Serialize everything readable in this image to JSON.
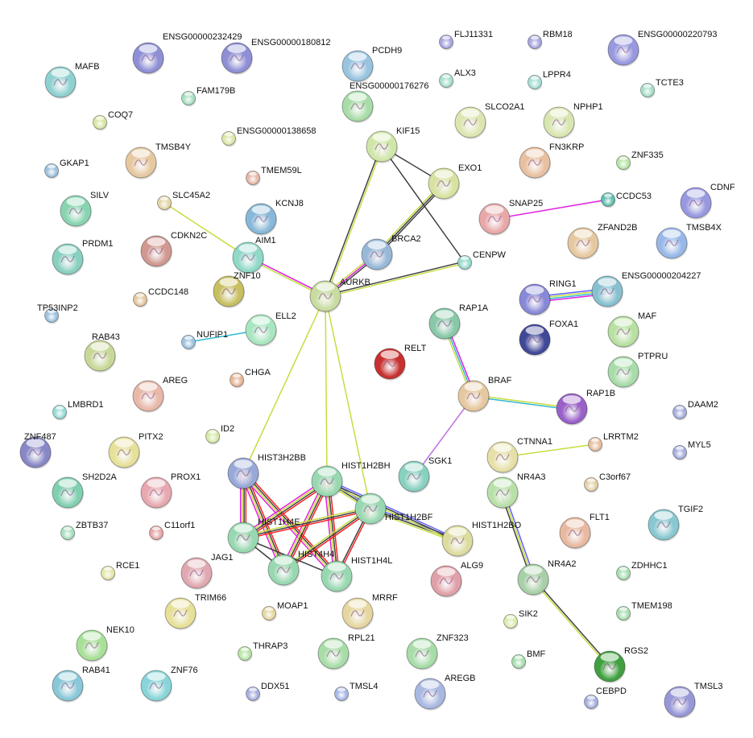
{
  "nodes": [
    {
      "label": "MAFB",
      "color": "#8fd0d0"
    },
    {
      "label": "ENSG00000232429",
      "color": "#8f8fd6"
    },
    {
      "label": "ENSG00000180812",
      "color": "#8f8fd6"
    },
    {
      "label": "FAM179B",
      "color": "#a8e0c0"
    },
    {
      "label": "COQ7",
      "color": "#d8e6a0"
    },
    {
      "label": "ENSG00000138658",
      "color": "#dde6a8"
    },
    {
      "label": "TMSB4Y",
      "color": "#e6c8a0"
    },
    {
      "label": "GKAP1",
      "color": "#9fc4e0"
    },
    {
      "label": "TMEM59L",
      "color": "#e8b8a8"
    },
    {
      "label": "SILV",
      "color": "#88d4b0"
    },
    {
      "label": "SLC45A2",
      "color": "#e6d6a8"
    },
    {
      "label": "KCNJ8",
      "color": "#88b8d8"
    },
    {
      "label": "AIM1",
      "color": "#90d8c8"
    },
    {
      "label": "PRDM1",
      "color": "#88d0c0"
    },
    {
      "label": "CDKN2C",
      "color": "#d09890"
    },
    {
      "label": "ZNF10",
      "color": "#c8c060"
    },
    {
      "label": "CCDC148",
      "color": "#e6c8a0"
    },
    {
      "label": "TP53INP2",
      "color": "#9fc4e0"
    },
    {
      "label": "AURKB",
      "color": "#c8dca0"
    },
    {
      "label": "ELL2",
      "color": "#a8e6c0"
    },
    {
      "label": "NUFIP1",
      "color": "#9fc4e0"
    },
    {
      "label": "RAB43",
      "color": "#c8d898"
    },
    {
      "label": "CHGA",
      "color": "#e8b898"
    },
    {
      "label": "AREG",
      "color": "#e8b8a8"
    },
    {
      "label": "LMBRD1",
      "color": "#98dcd8"
    },
    {
      "label": "ZNF487",
      "color": "#8888c8"
    },
    {
      "label": "PITX2",
      "color": "#e6e098"
    },
    {
      "label": "ID2",
      "color": "#d8eaa8"
    },
    {
      "label": "SH2D2A",
      "color": "#80d0b0"
    },
    {
      "label": "PROX1",
      "color": "#e8a8b0"
    },
    {
      "label": "ZBTB37",
      "color": "#a8e0c0"
    },
    {
      "label": "C11orf1",
      "color": "#e8a8a8"
    },
    {
      "label": "RCE1",
      "color": "#e6e8a8"
    },
    {
      "label": "JAG1",
      "color": "#e0a8b0"
    },
    {
      "label": "TRIM66",
      "color": "#e6e098"
    },
    {
      "label": "MOAP1",
      "color": "#e6d8a0"
    },
    {
      "label": "NEK10",
      "color": "#a8e098"
    },
    {
      "label": "THRAP3",
      "color": "#b8e6a8"
    },
    {
      "label": "RAB41",
      "color": "#88c8d8"
    },
    {
      "label": "ZNF76",
      "color": "#88d4d8"
    },
    {
      "label": "DDX51",
      "color": "#a8b0e0"
    },
    {
      "label": "TMSL4",
      "color": "#a8b8e8"
    },
    {
      "label": "PCDH9",
      "color": "#98c4e0"
    },
    {
      "label": "ENSG00000176276",
      "color": "#a8dca8"
    },
    {
      "label": "FLJ11331",
      "color": "#a8a8e0"
    },
    {
      "label": "ALX3",
      "color": "#a8e0d0"
    },
    {
      "label": "RBM18",
      "color": "#a8a8e0"
    },
    {
      "label": "LPPR4",
      "color": "#a8e0d8"
    },
    {
      "label": "ENSG00000220793",
      "color": "#9898e0"
    },
    {
      "label": "TCTE3",
      "color": "#a8e0c8"
    },
    {
      "label": "KIF15",
      "color": "#d0e6a8"
    },
    {
      "label": "SLCO2A1",
      "color": "#dce6b0"
    },
    {
      "label": "NPHP1",
      "color": "#d8e6b0"
    },
    {
      "label": "EXO1",
      "color": "#d8e2a0"
    },
    {
      "label": "FN3KRP",
      "color": "#e8c0a0"
    },
    {
      "label": "ZNF335",
      "color": "#b8e6a8"
    },
    {
      "label": "BRCA2",
      "color": "#98b8d8"
    },
    {
      "label": "CENPW",
      "color": "#98dcd0"
    },
    {
      "label": "SNAP25",
      "color": "#e8a8a8"
    },
    {
      "label": "CCDC53",
      "color": "#60c0b0"
    },
    {
      "label": "ZFAND2B",
      "color": "#e6c8a0"
    },
    {
      "label": "CDNF",
      "color": "#9898e0"
    },
    {
      "label": "TMSB4X",
      "color": "#98b8e8"
    },
    {
      "label": "RING1",
      "color": "#8888d8"
    },
    {
      "label": "ENSG00000204227",
      "color": "#88c0d0"
    },
    {
      "label": "RAP1A",
      "color": "#88c8a8"
    },
    {
      "label": "FOXA1",
      "color": "#404898"
    },
    {
      "label": "MAF",
      "color": "#b8e0a0"
    },
    {
      "label": "RELT",
      "color": "#c83030"
    },
    {
      "label": "PTPRU",
      "color": "#a8dca8"
    },
    {
      "label": "BRAF",
      "color": "#e6c8a0"
    },
    {
      "label": "RAP1B",
      "color": "#9860c8"
    },
    {
      "label": "DAAM2",
      "color": "#a8b0e0"
    },
    {
      "label": "SGK1",
      "color": "#88d0c0"
    },
    {
      "label": "CTNNA1",
      "color": "#e6e0a8"
    },
    {
      "label": "LRRTM2",
      "color": "#e8c0a0"
    },
    {
      "label": "MYL5",
      "color": "#a8b0e0"
    },
    {
      "label": "NR4A3",
      "color": "#b8e0a8"
    },
    {
      "label": "C3orf67",
      "color": "#e6d0a8"
    },
    {
      "label": "TGIF2",
      "color": "#88c8d0"
    },
    {
      "label": "HIST1H2BO",
      "color": "#dcdca0"
    },
    {
      "label": "FLT1",
      "color": "#e8b8a0"
    },
    {
      "label": "ALG9",
      "color": "#e0a0a8"
    },
    {
      "label": "ZDHHC1",
      "color": "#a8e0b0"
    },
    {
      "label": "NR4A2",
      "color": "#a8d0a8"
    },
    {
      "label": "MRRF",
      "color": "#e6d6a0"
    },
    {
      "label": "SIK2",
      "color": "#dcecb0"
    },
    {
      "label": "TMEM198",
      "color": "#a8e0b0"
    },
    {
      "label": "RPL21",
      "color": "#a8dca8"
    },
    {
      "label": "ZNF323",
      "color": "#a8dca8"
    },
    {
      "label": "BMF",
      "color": "#a8e0b0"
    },
    {
      "label": "RGS2",
      "color": "#40a040"
    },
    {
      "label": "AREGB",
      "color": "#a8b8e0"
    },
    {
      "label": "CEBPD",
      "color": "#a8b0e0"
    },
    {
      "label": "TMSL3",
      "color": "#9898d8"
    },
    {
      "label": "HIST3H2BB",
      "color": "#98a8d8"
    },
    {
      "label": "HIST1H2BH",
      "color": "#98d8b0"
    },
    {
      "label": "HIST1H2BF",
      "color": "#98d8b0"
    },
    {
      "label": "HIST1H4E",
      "color": "#98d8b0"
    },
    {
      "label": "HIST4H4",
      "color": "#98d8b0"
    },
    {
      "label": "HIST1H4L",
      "color": "#98d8b0"
    }
  ],
  "edges": [
    {
      "source": "SLC45A2",
      "target": "AIM1",
      "colors": [
        "#c8dc40"
      ]
    },
    {
      "source": "AIM1",
      "target": "AURKB",
      "colors": [
        "#e020e0",
        "#c8dc40"
      ]
    },
    {
      "source": "AURKB",
      "target": "KIF15",
      "colors": [
        "#404040",
        "#c8dc40"
      ]
    },
    {
      "source": "AURKB",
      "target": "BRCA2",
      "colors": [
        "#c8dc40",
        "#e020e0",
        "#404040"
      ]
    },
    {
      "source": "BRCA2",
      "target": "EXO1",
      "colors": [
        "#c8dc40",
        "#404040",
        "#404040"
      ]
    },
    {
      "source": "AURKB",
      "target": "CENPW",
      "colors": [
        "#404040",
        "#c8dc40"
      ]
    },
    {
      "source": "KIF15",
      "target": "EXO1",
      "colors": [
        "#404040"
      ]
    },
    {
      "source": "KIF15",
      "target": "CENPW",
      "colors": [
        "#404040"
      ]
    },
    {
      "source": "AURKB",
      "target": "HIST3H2BB",
      "colors": [
        "#c8dc40"
      ]
    },
    {
      "source": "AURKB",
      "target": "HIST1H2BH",
      "colors": [
        "#c8dc40"
      ]
    },
    {
      "source": "AURKB",
      "target": "HIST1H2BF",
      "colors": [
        "#c8dc40"
      ]
    },
    {
      "source": "NUFIP1",
      "target": "ELL2",
      "colors": [
        "#30b8d0"
      ]
    },
    {
      "source": "SNAP25",
      "target": "CCDC53",
      "colors": [
        "#e020e0"
      ]
    },
    {
      "source": "RING1",
      "target": "ENSG00000204227",
      "colors": [
        "#6060ff",
        "#c8dc40",
        "#30b8d0",
        "#e020e0"
      ]
    },
    {
      "source": "RAP1A",
      "target": "BRAF",
      "colors": [
        "#e020e0",
        "#30b8d0",
        "#c8dc40"
      ]
    },
    {
      "source": "BRAF",
      "target": "RAP1B",
      "colors": [
        "#c8dc40",
        "#30b8d0"
      ]
    },
    {
      "source": "BRAF",
      "target": "SGK1",
      "colors": [
        "#c070e0"
      ]
    },
    {
      "source": "CTNNA1",
      "target": "LRRTM2",
      "colors": [
        "#c8dc40"
      ]
    },
    {
      "source": "NR4A3",
      "target": "NR4A2",
      "colors": [
        "#6060ff",
        "#c8dc40",
        "#404040"
      ]
    },
    {
      "source": "NR4A2",
      "target": "RGS2",
      "colors": [
        "#404040",
        "#c8dc40"
      ]
    },
    {
      "source": "HIST3H2BB",
      "target": "HIST1H4E",
      "colors": [
        "#ff2020",
        "#404040",
        "#c8dc40",
        "#e020e0"
      ]
    },
    {
      "source": "HIST3H2BB",
      "target": "HIST4H4",
      "colors": [
        "#ff2020",
        "#404040",
        "#c8dc40",
        "#e020e0"
      ]
    },
    {
      "source": "HIST3H2BB",
      "target": "HIST1H4L",
      "colors": [
        "#ff2020",
        "#404040",
        "#c8dc40",
        "#e020e0"
      ]
    },
    {
      "source": "HIST1H2BH",
      "target": "HIST1H4E",
      "colors": [
        "#ff2020",
        "#404040",
        "#c8dc40",
        "#e020e0"
      ]
    },
    {
      "source": "HIST1H2BH",
      "target": "HIST4H4",
      "colors": [
        "#ff2020",
        "#404040",
        "#c8dc40",
        "#e020e0"
      ]
    },
    {
      "source": "HIST1H2BH",
      "target": "HIST1H4L",
      "colors": [
        "#ff2020",
        "#404040",
        "#c8dc40",
        "#e020e0"
      ]
    },
    {
      "source": "HIST1H2BH",
      "target": "HIST1H2BF",
      "colors": [
        "#6060ff",
        "#404040",
        "#c8dc40"
      ]
    },
    {
      "source": "HIST1H2BF",
      "target": "HIST1H4E",
      "colors": [
        "#ff2020",
        "#404040",
        "#c8dc40"
      ]
    },
    {
      "source": "HIST1H2BF",
      "target": "HIST4H4",
      "colors": [
        "#ff2020",
        "#404040",
        "#c8dc40"
      ]
    },
    {
      "source": "HIST1H2BF",
      "target": "HIST1H4L",
      "colors": [
        "#ff2020",
        "#404040"
      ]
    },
    {
      "source": "HIST1H2BF",
      "target": "HIST1H2BO",
      "colors": [
        "#6060ff",
        "#404040",
        "#c8dc40"
      ]
    },
    {
      "source": "HIST1H2BH",
      "target": "HIST1H2BO",
      "colors": [
        "#6060ff",
        "#404040",
        "#c8dc40"
      ]
    },
    {
      "source": "HIST1H4E",
      "target": "HIST4H4",
      "colors": [
        "#404040"
      ]
    },
    {
      "source": "HIST1H4E",
      "target": "HIST1H4L",
      "colors": [
        "#404040"
      ]
    }
  ]
}
